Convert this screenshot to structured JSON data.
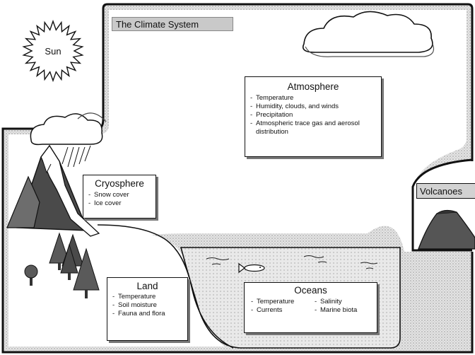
{
  "diagram": {
    "title": "The Climate System",
    "sun": {
      "label": "Sun",
      "icon": "sun-icon"
    },
    "volcanoes": {
      "label": "Volcanoes",
      "icon": "volcano-icon"
    },
    "atmosphere": {
      "heading": "Atmosphere",
      "items": [
        "Temperature",
        "Humidity, clouds, and winds",
        "Precipitation",
        "Atmospheric trace gas and aerosol distribution"
      ]
    },
    "cryosphere": {
      "heading": "Cryosphere",
      "items": [
        "Snow cover",
        "Ice cover"
      ]
    },
    "land": {
      "heading": "Land",
      "items": [
        "Temperature",
        "Soil moisture",
        "Fauna and flora"
      ]
    },
    "oceans": {
      "heading": "Oceans",
      "items_left": [
        "Temperature",
        "Currents"
      ],
      "items_right": [
        "Salinity",
        "Marine biota"
      ]
    },
    "icons": [
      "sun-icon",
      "cloud-icon",
      "mountain-icon",
      "tree-icon",
      "fish-icon",
      "volcano-icon",
      "rain-icon"
    ],
    "colors": {
      "land_fill": "#d9d9d9",
      "water_fill": "#dcdcdc",
      "outline": "#111111",
      "mountain": "#4a4a4a"
    }
  }
}
